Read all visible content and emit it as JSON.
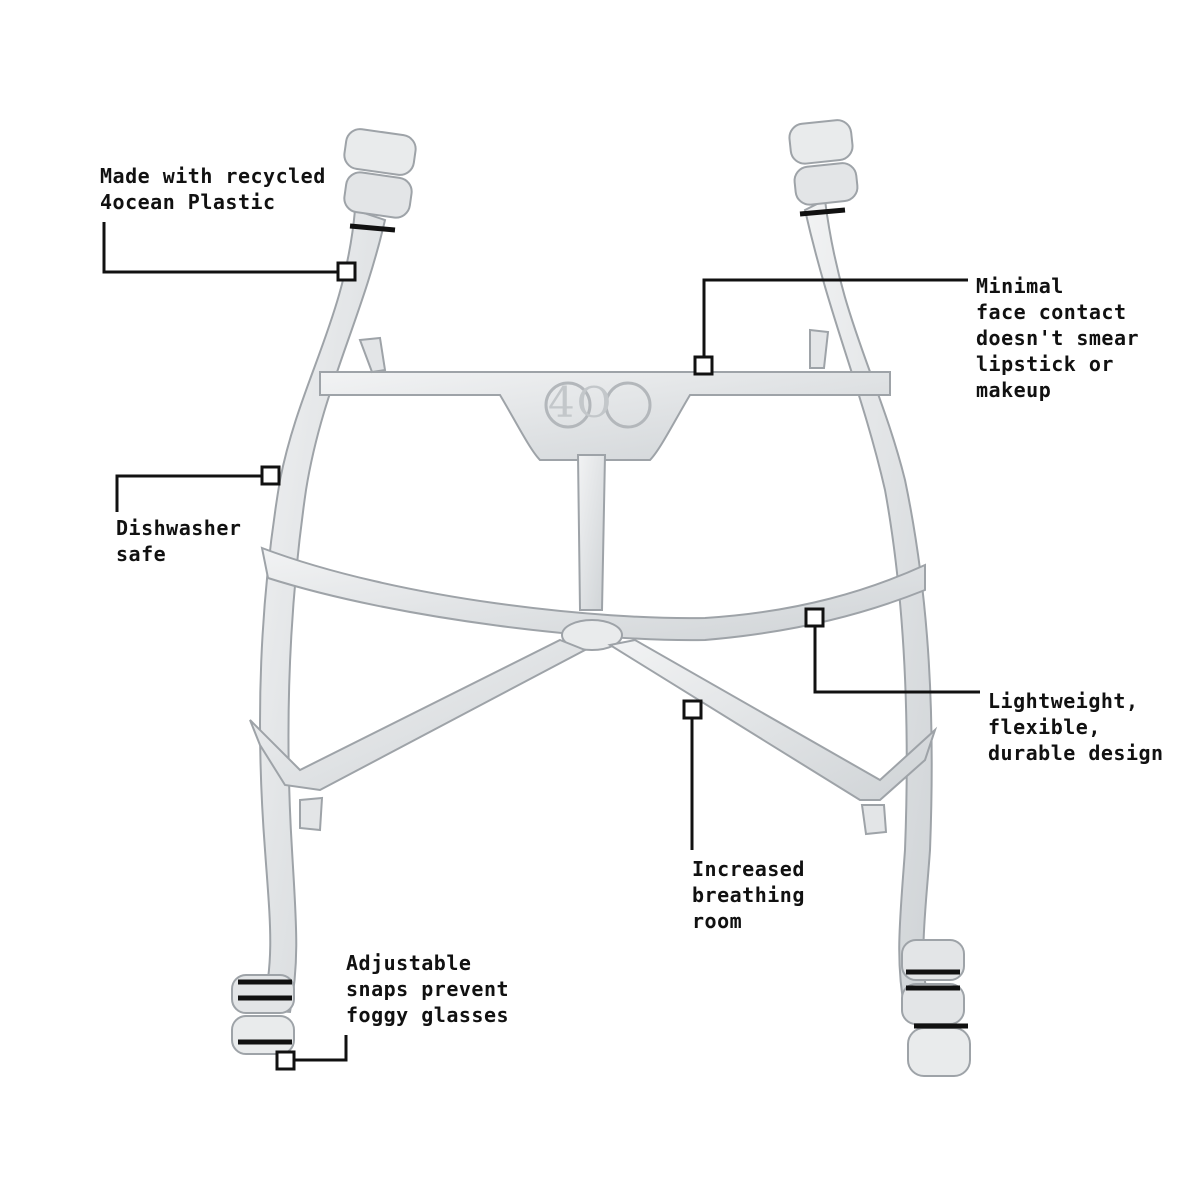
{
  "colors": {
    "background": "#ffffff",
    "bracket_fill": "#e4e6e8",
    "bracket_stroke": "#9ea3a8",
    "leader_line": "#111111",
    "text": "#111111"
  },
  "product": {
    "logo_text": "4O"
  },
  "callouts": {
    "recycled": {
      "lines": [
        "Made with recycled",
        "4ocean Plastic"
      ]
    },
    "face_contact": {
      "lines": [
        "Minimal",
        "face contact",
        "doesn't smear",
        "lipstick or",
        "makeup"
      ]
    },
    "dishwasher": {
      "lines": [
        "Dishwasher",
        "safe"
      ]
    },
    "lightweight": {
      "lines": [
        "Lightweight,",
        "flexible,",
        "durable design"
      ]
    },
    "breathing": {
      "lines": [
        "Increased",
        "breathing",
        "room"
      ]
    },
    "snaps": {
      "lines": [
        "Adjustable",
        "snaps prevent",
        "foggy glasses"
      ]
    }
  }
}
